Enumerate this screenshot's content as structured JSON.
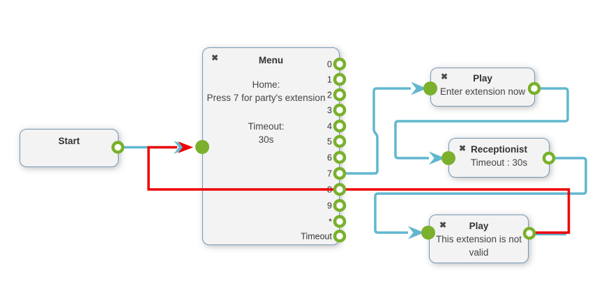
{
  "colors": {
    "canvas_background": "#ffffff",
    "connector_blue": "#61b7cf",
    "connector_red": "#ee0000",
    "endpoint_green": "#7ab02c",
    "node_border": "#7697b3",
    "node_background": "#f3f3f4",
    "text": "#3d3d3d"
  },
  "icons": {
    "close": "✖"
  },
  "nodes": {
    "start": {
      "title": "Start"
    },
    "menu": {
      "title": "Menu",
      "body": {
        "line1": "Home:",
        "line2": "Press 7 for party's extension",
        "line3": "Timeout:",
        "line4": "30s"
      },
      "ports": [
        "0",
        "1",
        "2",
        "3",
        "4",
        "5",
        "6",
        "7",
        "8",
        "9",
        "*",
        "Timeout"
      ]
    },
    "play_enter": {
      "title": "Play",
      "body": "Enter extension now"
    },
    "receptionist": {
      "title": "Receptionist",
      "body": "Timeout : 30s"
    },
    "play_invalid": {
      "title": "Play",
      "body": "This extension is not valid"
    }
  },
  "connections": [
    {
      "from": "start",
      "to": "menu",
      "color": "blue"
    },
    {
      "from": "menu",
      "from_port": "7",
      "to": "play_enter",
      "color": "blue"
    },
    {
      "from": "play_enter",
      "to": "receptionist",
      "color": "blue"
    },
    {
      "from": "receptionist",
      "to": "play_invalid",
      "color": "blue"
    },
    {
      "from": "play_invalid",
      "to": "menu",
      "color": "red"
    }
  ]
}
